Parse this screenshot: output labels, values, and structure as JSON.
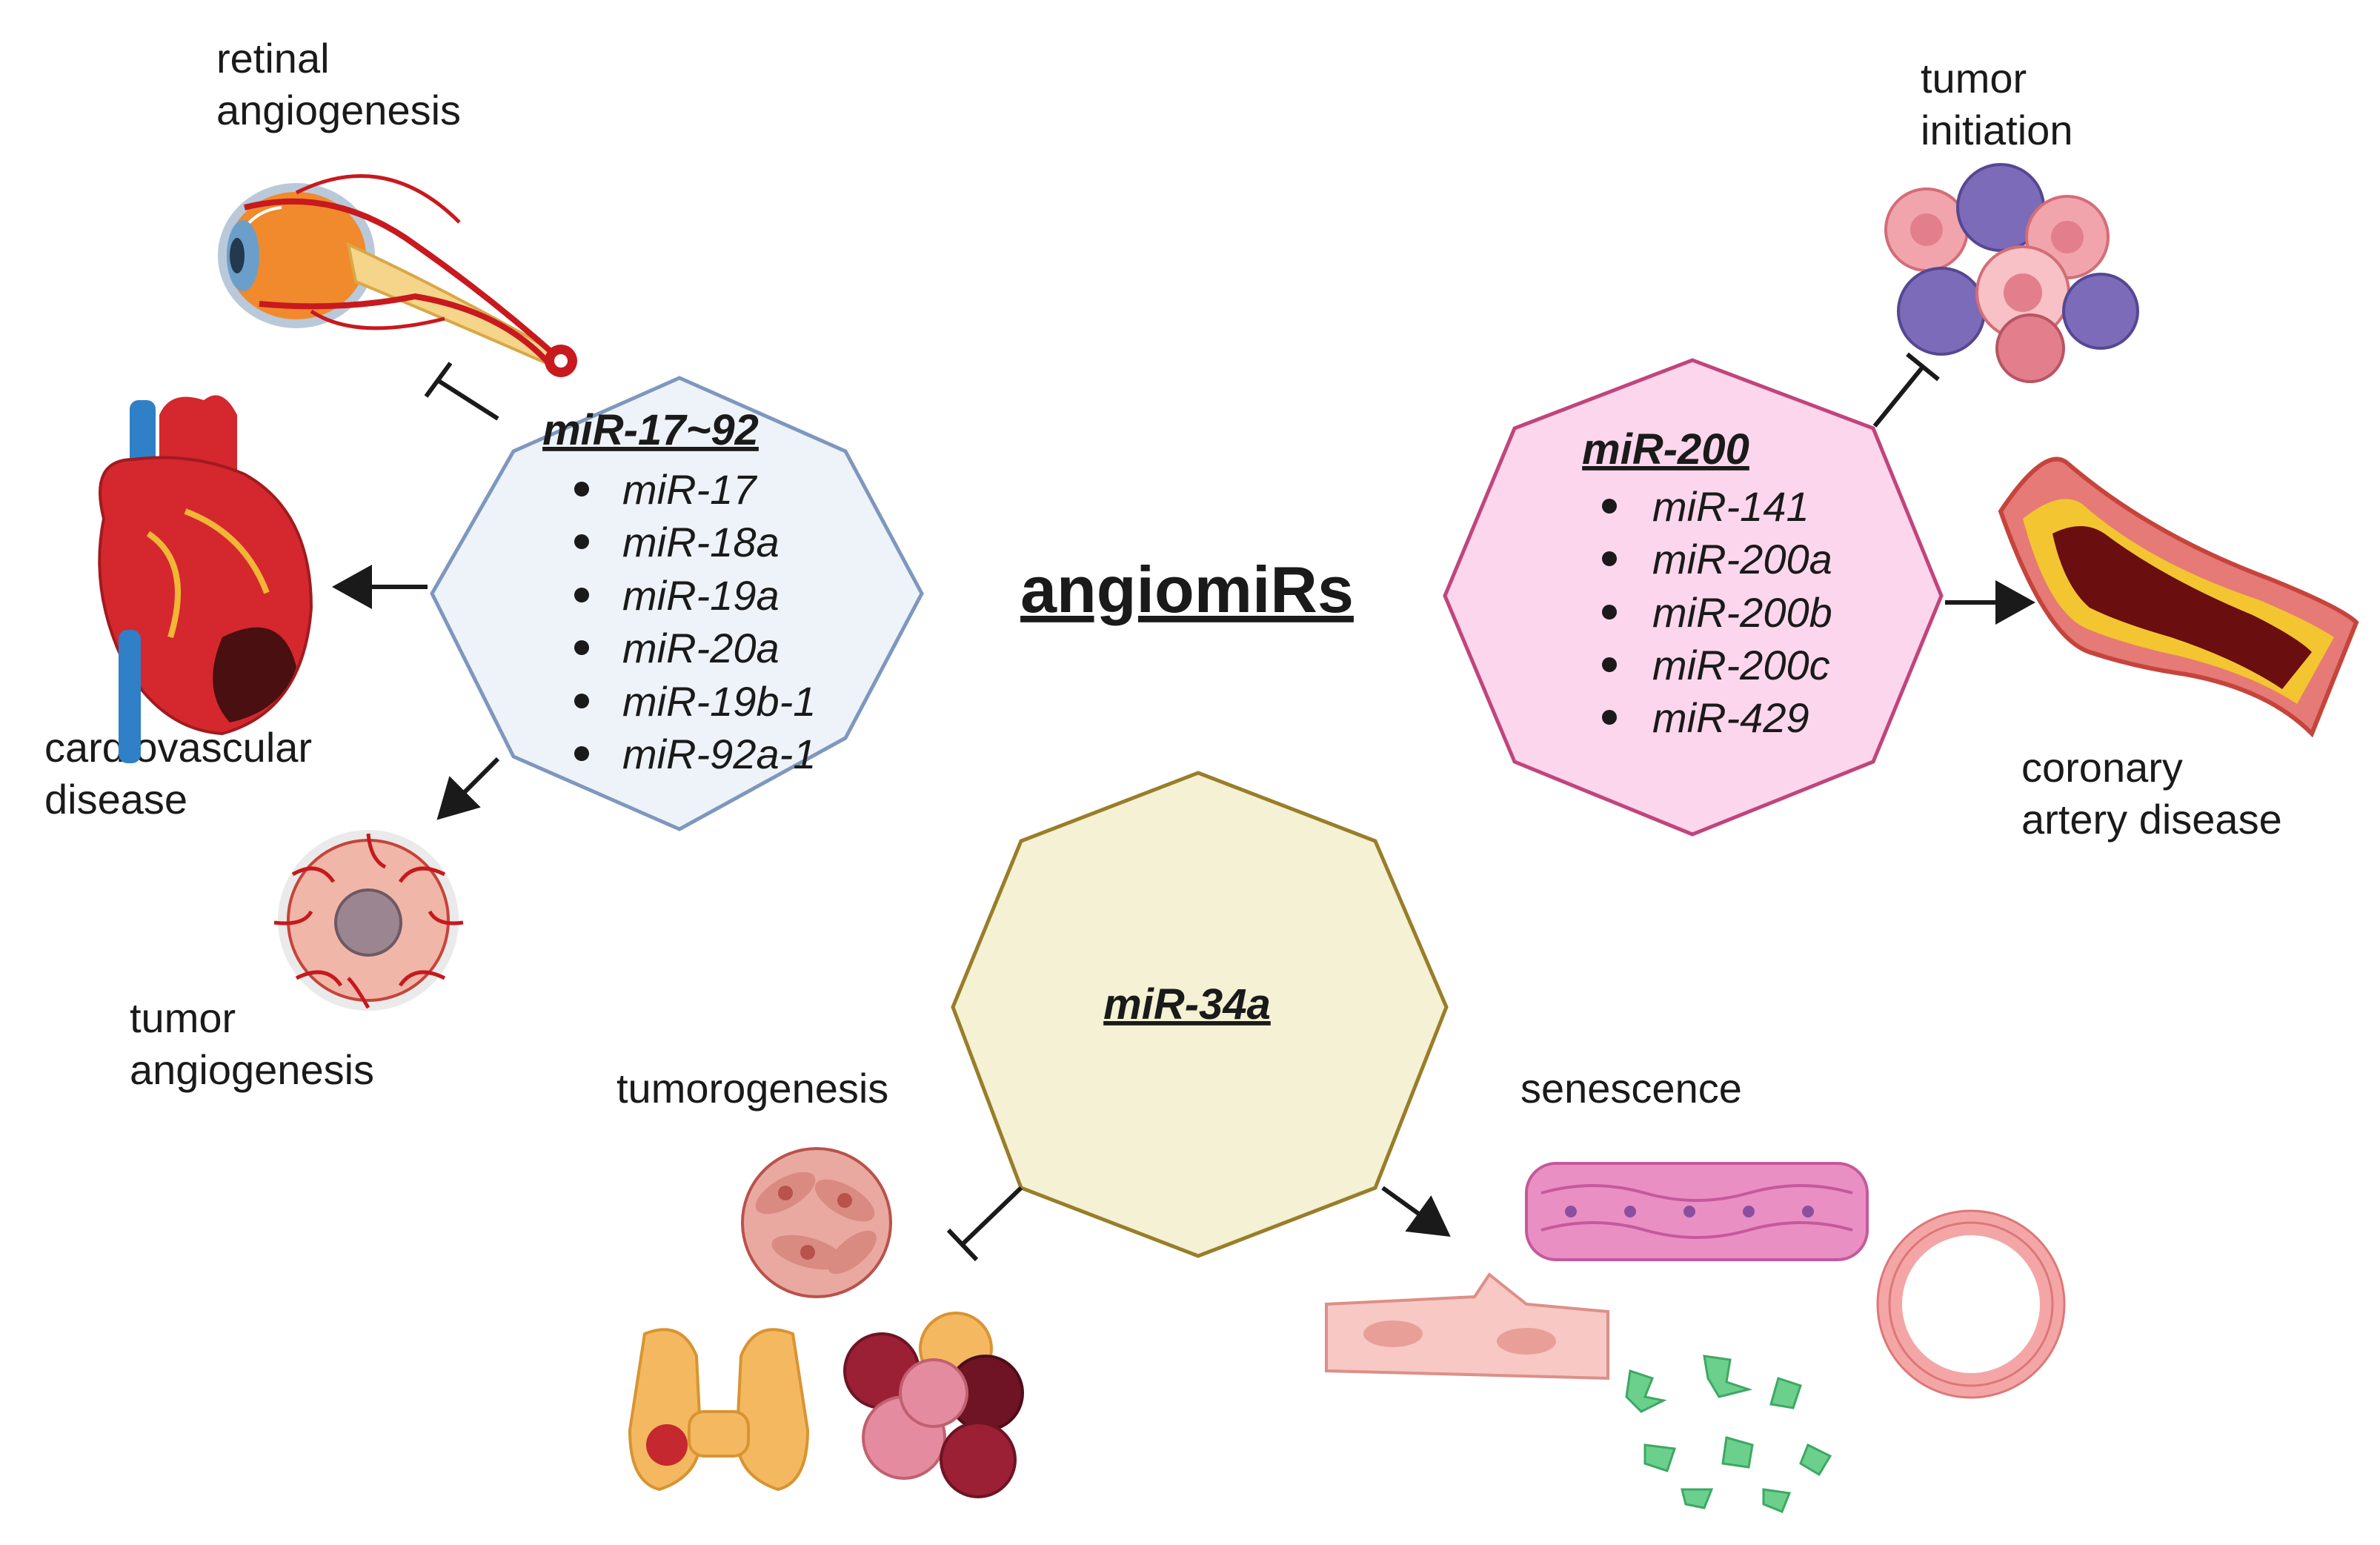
{
  "title": "angiomiRs",
  "clusters": {
    "mir17": {
      "title": "miR-17~92",
      "items": [
        "miR-17",
        "miR-18a",
        "miR-19a",
        "miR-20a",
        "miR-19b-1",
        "miR-92a-1"
      ],
      "fill": "#eef3f9",
      "stroke": "#7e97bd"
    },
    "mir200": {
      "title": "miR-200",
      "items": [
        "miR-141",
        "miR-200a",
        "miR-200b",
        "miR-200c",
        "miR-429"
      ],
      "fill": "#fbd6ec",
      "stroke": "#c0457c"
    },
    "mir34": {
      "title": "miR-34a",
      "fill": "#f4f1d4",
      "stroke": "#9a7d2a"
    }
  },
  "labels": {
    "retinal": [
      "retinal",
      "angiogenesis"
    ],
    "cardio": [
      "cardiovascular",
      "disease"
    ],
    "tumor_angio": [
      "tumor",
      "angiogenesis"
    ],
    "tumor_init": [
      "tumor",
      "initiation"
    ],
    "coronary": [
      "coronary",
      "artery disease"
    ],
    "tumorogenesis": "tumorogenesis",
    "senescence": "senescence"
  },
  "icons": [
    "eye-icon",
    "heart-icon",
    "tumor-vascular-icon",
    "tumor-cells-icon",
    "artery-plaque-icon",
    "cancer-cells-icon",
    "thyroid-icon",
    "cell-cluster-icon",
    "epithelial-sheet-icon",
    "muscle-cell-icon",
    "vessel-ring-icon",
    "fibroblast-icon"
  ]
}
